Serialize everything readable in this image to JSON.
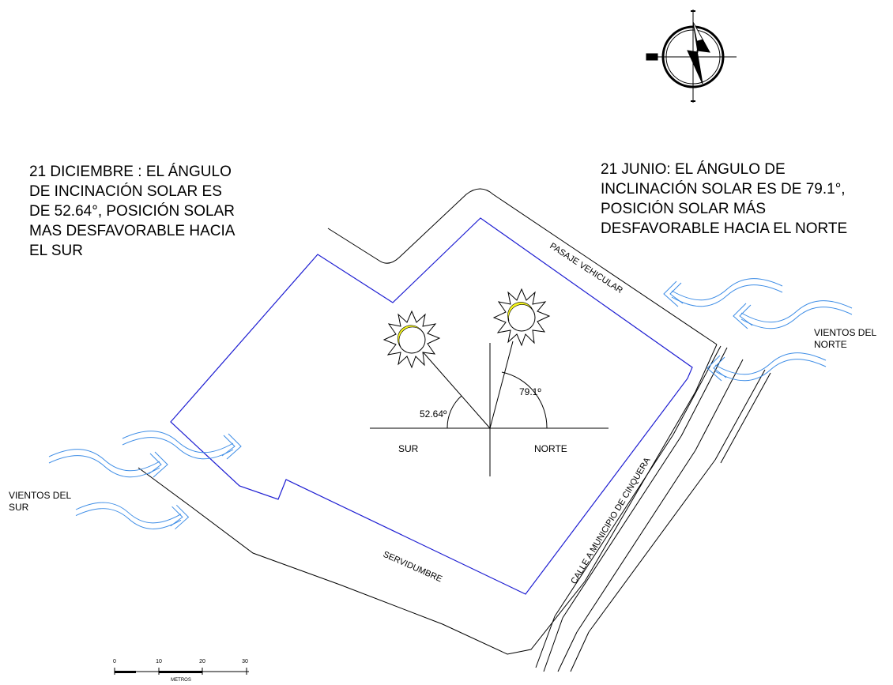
{
  "notes": {
    "december": "21 DICIEMBRE :  EL ÁNGULO\nDE INCINACIÓN SOLAR ES\nDE 52.64°, POSICIÓN SOLAR\nMAS DESFAVORABLE HACIA\nEL SUR",
    "june": "21 JUNIO:  EL ÁNGULO DE\nINCLINACIÓN SOLAR ES DE  79.1°,\nPOSICIÓN SOLAR MÁS\nDESFAVORABLE HACIA EL NORTE"
  },
  "winds": {
    "south_label": "VIENTOS DEL\n SUR",
    "north_label": "VIENTOS DEL\n NORTE"
  },
  "streets": {
    "pasaje": "PASAJE VEHICULAR",
    "calle": "CALLE A MUNICIPIO DE CINQUERA",
    "servidumbre": "SERVIDUMBRE"
  },
  "sun_diagram": {
    "angle_south": "52.64º",
    "angle_north": "79.1º",
    "label_south": "SUR",
    "label_north": "NORTE"
  },
  "scale_bar": {
    "ticks": [
      "0",
      "10",
      "20",
      "30"
    ],
    "unit": "METROS"
  },
  "colors": {
    "lot_boundary": "#1e1ed2",
    "wind": "#3c8ce6",
    "sun_fill": "#f5f51e",
    "line": "#000000"
  }
}
